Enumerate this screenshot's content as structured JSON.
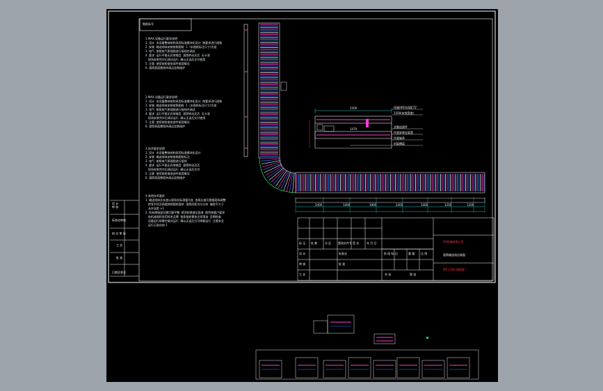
{
  "canvas": {
    "background": "#000000",
    "frame_color": "#ffffff",
    "outer_background": "#9ea4ab"
  },
  "colors": {
    "roller_magenta": "#ff3bd6",
    "roller_blue": "#3b7bff",
    "roller_white": "#e8e8e8",
    "curve_green": "#20d060",
    "dim_red": "#ff2030",
    "dim_cyan": "#20d0d0",
    "title_red": "#ff2a2a"
  },
  "notes": {
    "section1": "1.MAX.设备运行要求说明\n1. 设计  本设备整体结构采用标准模块化设计  按要求进行组装\n2. 安装  输送线体安装按照图纸  1  (本图纸标注尺寸)为准\n3. 电气  按照电气原理图进行接线并调试\n4. 要求  运行平稳无异常噪音  滚筒转动灵活  无卡滞\n   现场安装完毕后调试运行  确认无误后交付使用\n5. 注意  使用前检查各部件紧固情况\n6. 滚筒表面需保持清洁定期维护",
    "section2": "2.MAX.设备运行要求说明\n1. 设计  本设备整体结构采用标准模块化设计  按要求进行组装\n2. 安装  输送线体安装按照图纸  1  (本图纸标注尺寸)为准\n3. 电气  按照电气原理图进行接线并调试\n4. 要求  运行平稳无异常噪音  滚筒转动灵活  无卡滞\n   现场安装完毕后调试运行  确认无误后交付使用\n5. 注意  使用前检查各部件紧固情况\n6. 滚筒表面需保持清洁定期维护",
    "section3": "3.技术要求说明\n1. 设计  本设备整体结构采用标准模块化设计\n2. 安装  输送线体安装按照图纸标注\n3. 电气  按照电气原理图进行接线\n4. 要求  运行平稳无异常噪音  滚筒转动灵活\n   现场安装完毕后调试运行  确认无误后交付\n5. 注意  使用前检查各部件紧固情况\n6. 滚筒表面需保持清洁定期维护",
    "section4": "4.其他技术要求\n1. 输送线体总长度以现场实际测量为准  各段长度可根据现场调整\n   转弯半径及角度按照图纸要求  滚筒间距均匀分布  偏差不大于\n   允许误差 ±1\n2. 所有焊接部位需打磨平整  喷涂防锈漆及面漆  颜色按客户要求\n   电机减速机采用知名品牌  链条链轮需加注润滑油  定期检查\n   设备运行前需空载试运行  确认无误后方可带载运行  注意安全\n   运行记录存档 1"
  },
  "left_strip": {
    "rows": [
      "设 计\n审 核",
      "标准化审查",
      "校 对 审 核",
      "工 艺",
      "批 准",
      "日期及签名"
    ]
  },
  "plan_label": "图纸标号",
  "detail": {
    "dim_top": "1500",
    "dim_mid": "1470",
    "callouts": [
      "托辊(Φ50)间距75°",
      "1500(有效宽度)",
      "支腿连接件",
      "托辊安装支架宽",
      "托辊轴承",
      "机架横梁"
    ]
  },
  "bottom_dims": [
    "2400",
    "1400",
    "1800",
    "2400",
    "1400",
    "1200",
    "1200"
  ],
  "title_block": {
    "header_cells": [
      "标 记",
      "处 数",
      "分 区",
      "更改文件号",
      "签 名",
      "年 月 日"
    ],
    "rows": [
      "设 计",
      "审 核",
      "工 艺"
    ],
    "mid_cells": [
      "标准化",
      "批 准"
    ],
    "stage_cells": [
      "阶 段 标 记",
      "重 量",
      "比 例"
    ],
    "sheet_cells": [
      "共 张",
      "第 张"
    ],
    "company": "XX机械有限公司",
    "drawing_name": "滚筒输送线总装图",
    "drawing_no": "MX-1500-装配图"
  }
}
